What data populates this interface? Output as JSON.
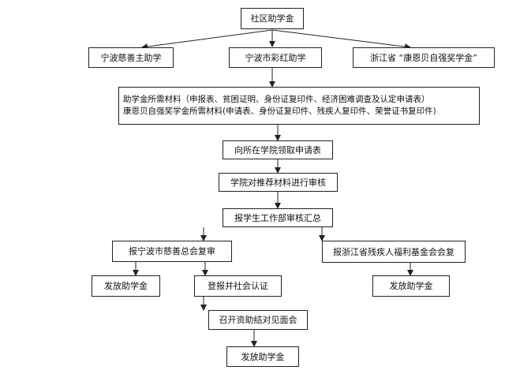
{
  "flowchart": {
    "n_top": "社区助学金",
    "n_l1": "宁波慈善主助学",
    "n_l2": "宁波市彩红助学",
    "n_l3": "浙江省 “康恩贝自强奖学金”",
    "n_materials_1": "助学金所需材料（申报表、贫困证明、身份证复印件、经济困难调查及认定申请表）",
    "n_materials_2": "康恩贝自强奖学金所需材料(申请表、身份证复印件、残疾人复印件、荣誉证书复印件)",
    "n_apply": "向所在学院领取申请表",
    "n_review": "学院对推荐材料进行审核",
    "n_summary": "报学生工作部审核汇总",
    "n_cishan": "报宁波市慈善总会复审",
    "n_canji": "报浙江省残疾人福利基金会会复",
    "n_issue_1": "发放助学金",
    "n_register": "登报并社会认证",
    "n_meeting": "召开资助结对见面会",
    "n_issue_2": "发放助学金",
    "n_issue_3": "发放助学金"
  }
}
